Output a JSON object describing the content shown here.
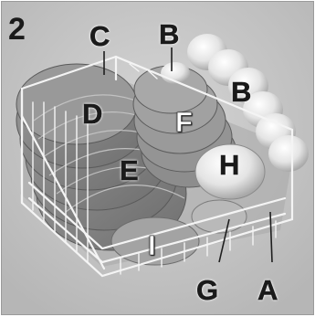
{
  "figure_number": "2",
  "labels": {
    "A": "A",
    "B_top": "B",
    "B_right": "B",
    "C": "C",
    "D": "D",
    "E": "E",
    "F": "F",
    "G": "G",
    "H": "H",
    "I": "I"
  },
  "colors": {
    "background": "#c9c9c9",
    "rack_wire": "#f2f2f2",
    "plate": "#8a8a8a",
    "cup": "#e8e8e8",
    "label_text": "#1a1a1a"
  }
}
